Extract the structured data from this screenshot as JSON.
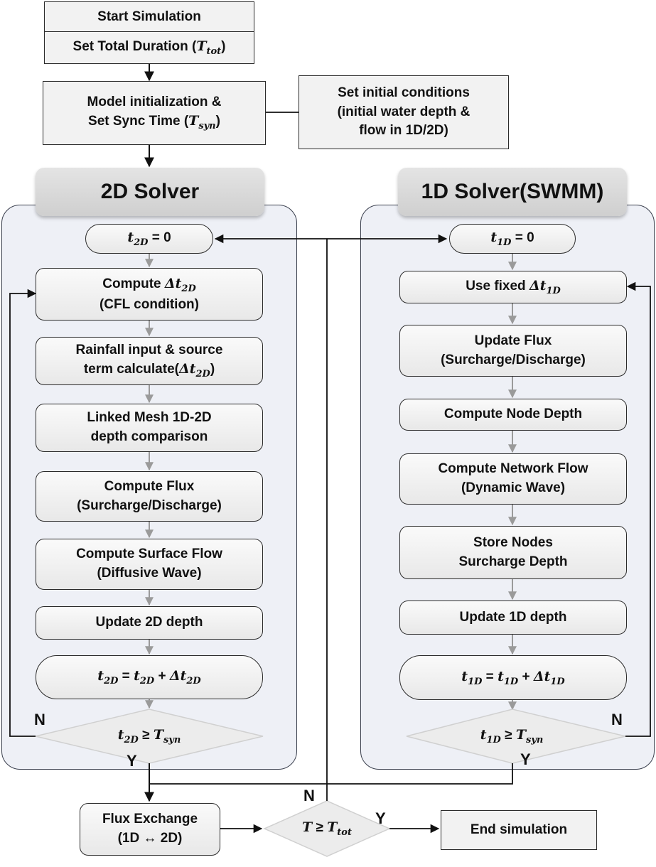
{
  "top": {
    "start": "Start Simulation",
    "total_duration": "Set Total Duration (",
    "total_sym": "T",
    "total_sub": "tot",
    "close_paren": ")",
    "init_line1": "Model initialization &",
    "init_line2": "Set Sync Time (",
    "init_sym": "T",
    "init_sub": "syn",
    "init_cond_line1": "Set initial conditions",
    "init_cond_line2": "(initial water depth &",
    "init_cond_line3": "flow in 1D/2D)"
  },
  "solver_2d": {
    "header": "2D Solver",
    "t_sym": "t",
    "t_sub": "2D",
    "t_init": " = 0",
    "dt_label": "Δ",
    "step1_line1": "Compute ",
    "step1_line2": "(CFL condition)",
    "step2_line1": "Rainfall input & source",
    "step2_line2": "term calculate(",
    "step3_line1": "Linked Mesh 1D-2D",
    "step3_line2": "depth comparison",
    "step4_line1": "Compute Flux",
    "step4_line2": "(Surcharge/Discharge)",
    "step5_line1": "Compute Surface Flow",
    "step5_line2": "(Diffusive Wave)",
    "step6": "Update 2D depth",
    "eq": "=",
    "plus": "+",
    "geq": "≥",
    "T_sym": "T",
    "T_sub": "syn",
    "no": "N",
    "yes": "Y"
  },
  "solver_1d": {
    "header": "1D Solver(SWMM)",
    "t_sym": "t",
    "t_sub": "1D",
    "t_init": " = 0",
    "dt_label": "Δ",
    "step1": "Use fixed ",
    "step2_line1": "Update Flux",
    "step2_line2": "(Surcharge/Discharge)",
    "step3": "Compute Node Depth",
    "step4_line1": "Compute Network Flow",
    "step4_line2": "(Dynamic Wave)",
    "step5_line1": "Store Nodes",
    "step5_line2": "Surcharge Depth",
    "step6": "Update 1D depth",
    "eq": "=",
    "plus": "+",
    "geq": "≥",
    "T_sym": "T",
    "T_sub": "syn",
    "no": "N",
    "yes": "Y"
  },
  "bottom": {
    "flux_line1": "Flux Exchange",
    "flux_line2": "(1D ↔ 2D)",
    "cond_sym": "T",
    "cond_geq": "≥",
    "cond_T": "T",
    "cond_sub": "tot",
    "no": "N",
    "yes": "Y",
    "end": "End simulation"
  },
  "colors": {
    "panel_fill": "#eef0f6",
    "box_fill": "#f2f2f2",
    "header_fill": "#d6d6d6",
    "gray_connector": "#9a9a9a",
    "black_line": "#111111"
  }
}
